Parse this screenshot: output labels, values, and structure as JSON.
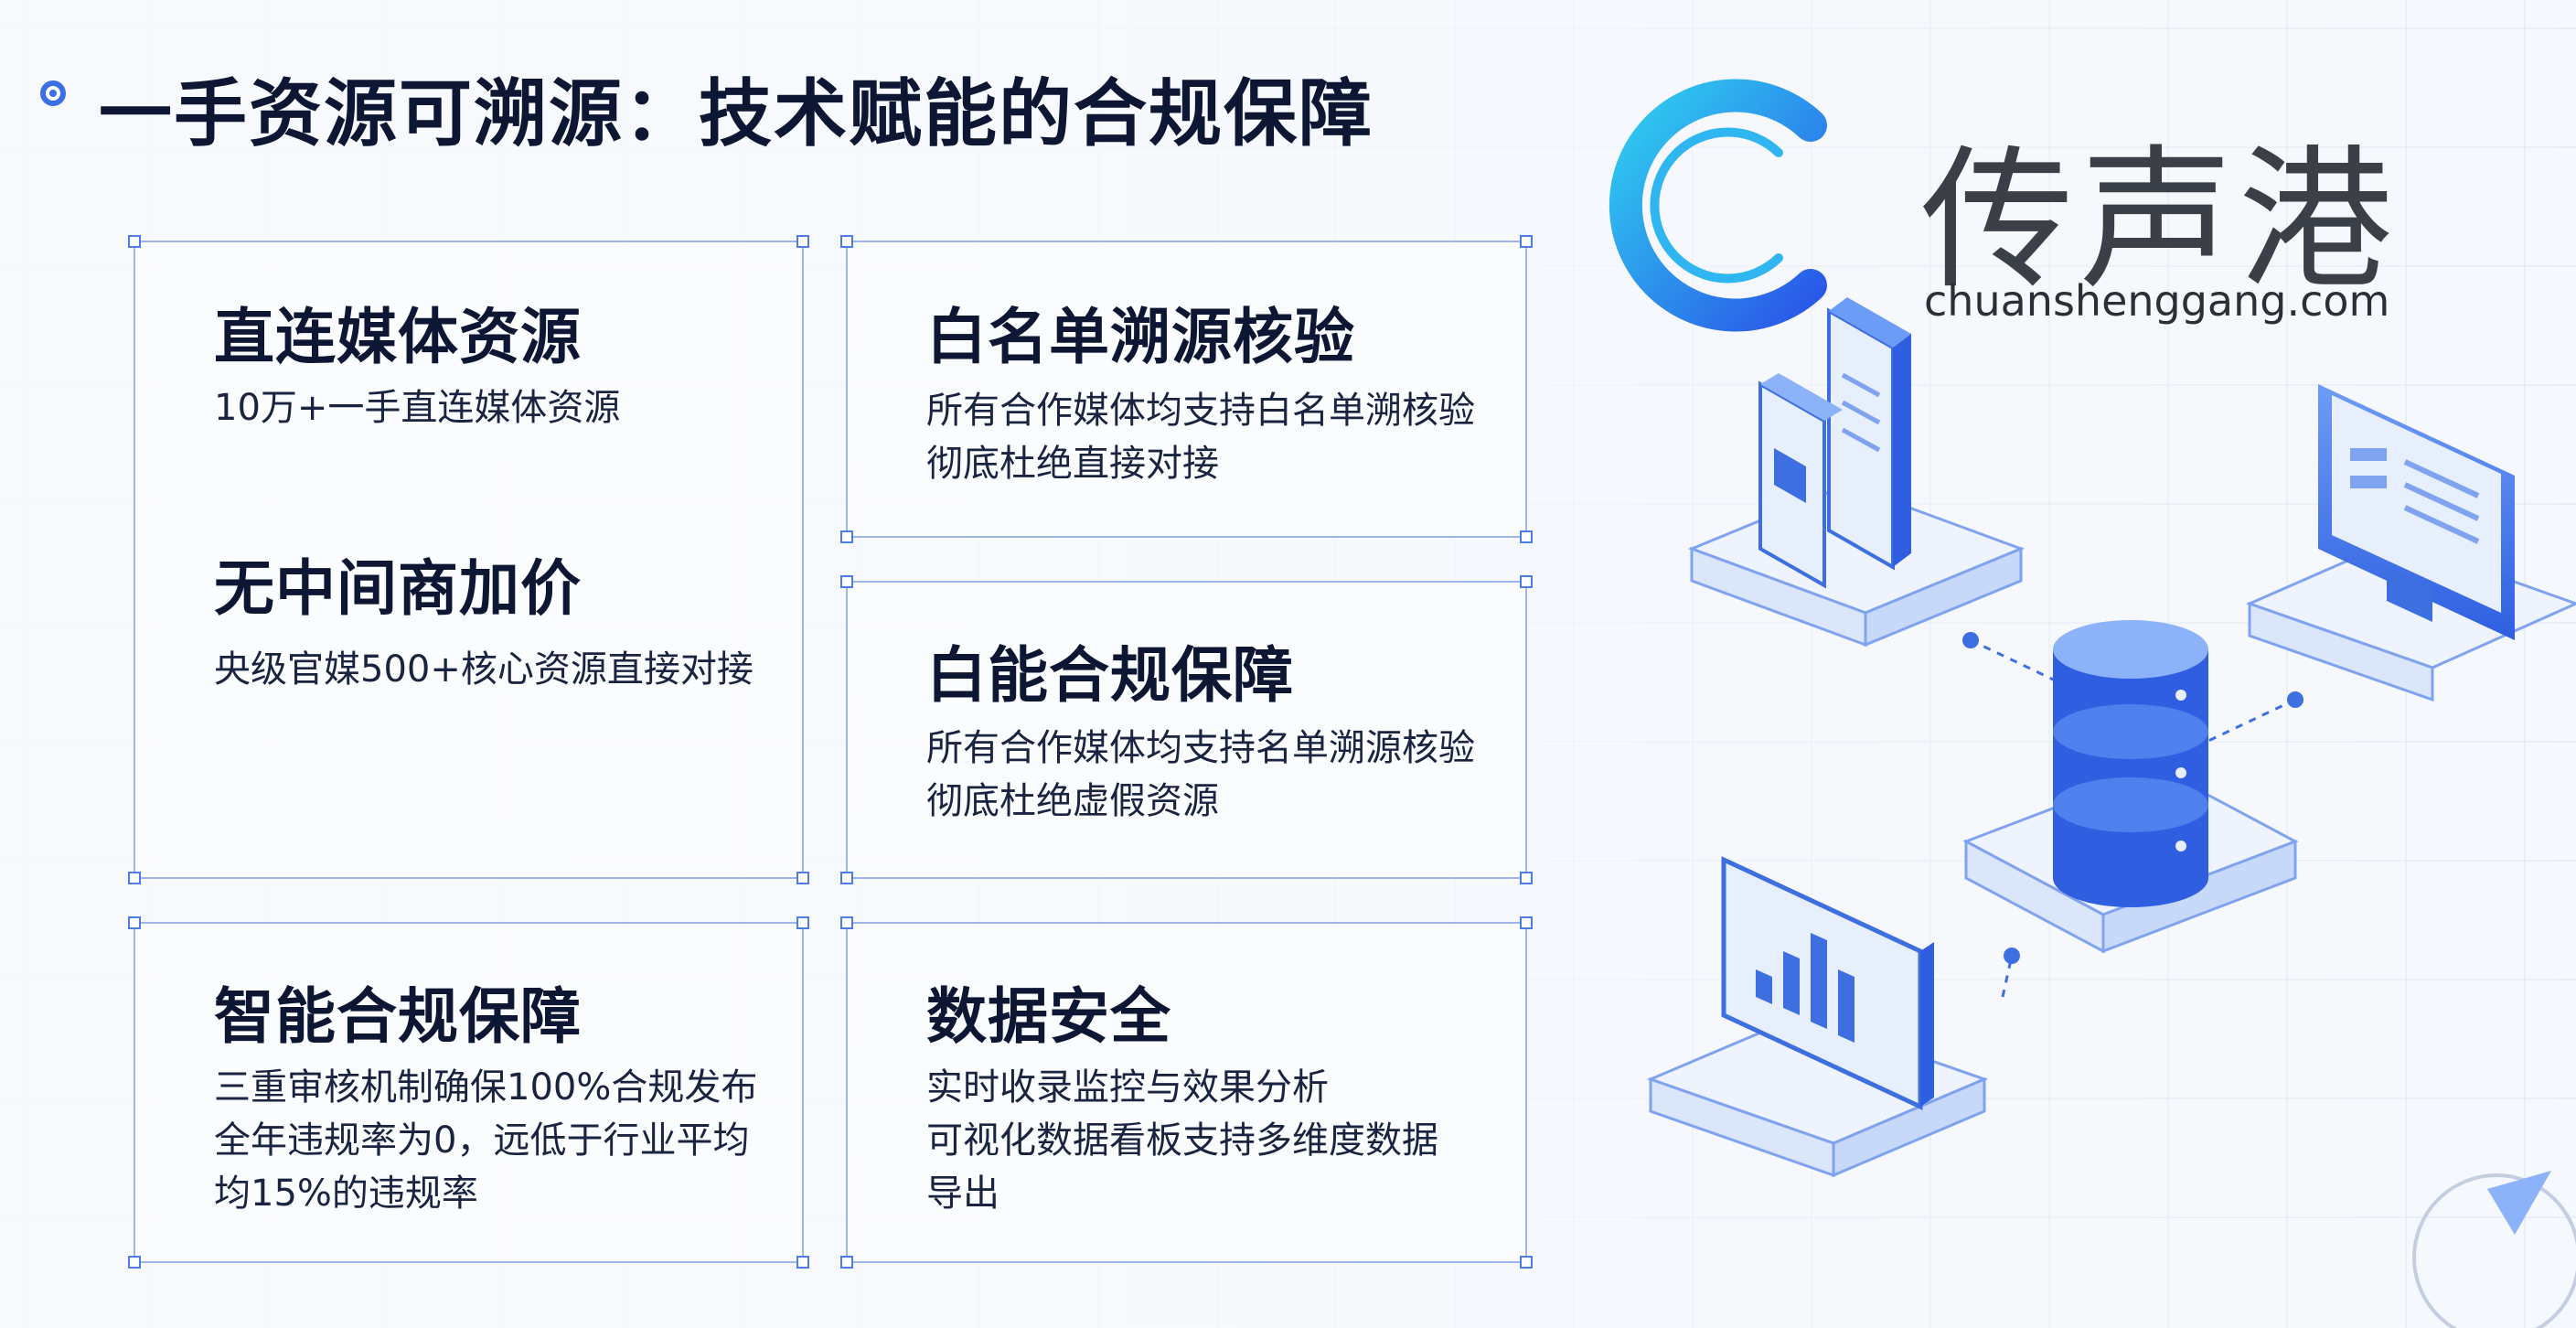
{
  "header": {
    "title": "一手资源可溯源：技术赋能的合规保障"
  },
  "brand": {
    "name": "传声港",
    "url": "chuanshenggang.com"
  },
  "cards": [
    {
      "title": "直连媒体资源",
      "lines": [
        "10万+一手直连媒体资源"
      ]
    },
    {
      "title": "无中间商加价",
      "lines": [
        "央级官媒500+核心资源直接对接"
      ]
    },
    {
      "title": "白名单溯源核验",
      "lines": [
        "所有合作媒体均支持白名单溯核验",
        "彻底杜绝直接对接"
      ]
    },
    {
      "title": "白能合规保障",
      "lines": [
        "所有合作媒体均支持名单溯源核验",
        "彻底杜绝虚假资源"
      ]
    },
    {
      "title": "智能合规保障",
      "lines": [
        "三重审核机制确保100%合规发布",
        "全年违规率为0，远低于行业平均",
        "均15%的违规率"
      ]
    },
    {
      "title": "数据安全",
      "lines": [
        "实时收录监控与效果分析",
        "可视化数据看板支持多维度数据",
        "导出"
      ]
    }
  ],
  "colors": {
    "accent": "#3b6fe6",
    "frame": "#9db5e8",
    "title": "#0d1633"
  },
  "icons": [
    "sound-wave-logo-icon",
    "document-stack-icon",
    "database-icon",
    "monitor-icon",
    "bar-chart-monitor-icon"
  ]
}
